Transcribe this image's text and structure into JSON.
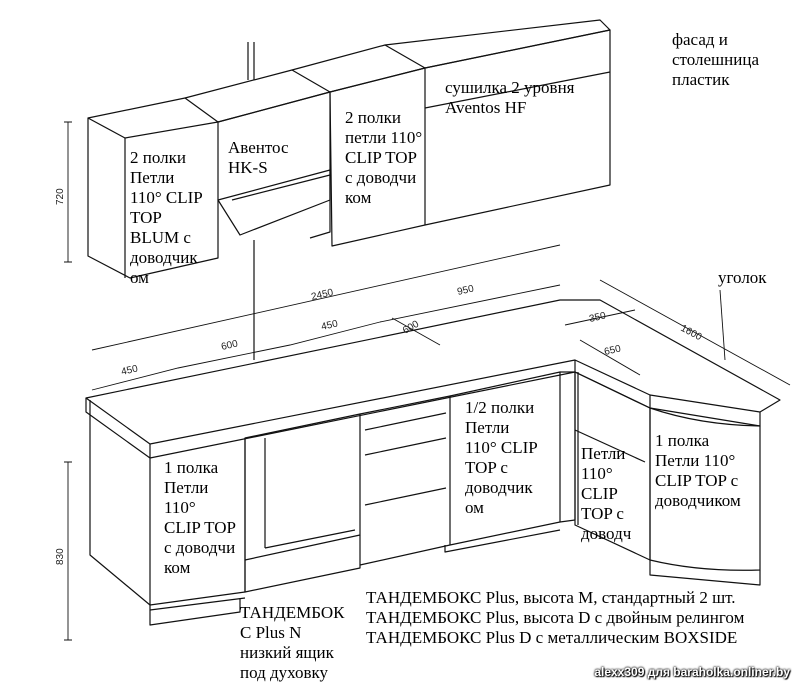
{
  "notes": {
    "facade": "фасад и\nстолешница\nпластик",
    "upper_left": "2 полки\nПетли\n110° CLIP\nTOP\nBLUM с\nдоводчик\nом",
    "aventos_hk": "Авентос\nHK-S",
    "upper_mid": "2 полки\nпетли 110°\nCLIP TOP\nс доводчи\nком",
    "dryer": "сушилка 2 уровня\nAventos HF",
    "corner": "уголок",
    "lower_left": "1 полка\nПетли\n110°\nCLIP TOP\nс доводчи\nком",
    "lower_mid": "1/2 полки\nПетли\n110° CLIP\nTOP с\nдоводчик\nом",
    "lower_corner": "Петли\n110°\nCLIP\nTOP с\nдоводч",
    "lower_round": "1 полка\nПетли 110°\nCLIP TOP с\nдоводчиком",
    "tandembox_left": "ТАНДЕМБОК\nС Plus N\nнизкий ящик\nпод духовку",
    "tandembox_list": "ТАНДЕМБОКС Plus, высота M, стандартный 2 шт.\nТАНДЕМБОКС Plus, высота D с двойным релингом\nТАНДЕМБОКС Plus D с металлическим BOXSIDE"
  },
  "dimensions": {
    "upper_height": "720",
    "lower_height": "830",
    "total_length": "2450",
    "d450a": "450",
    "d600a": "600",
    "d450b": "450",
    "d950": "950",
    "d600b": "600",
    "d350": "350",
    "d650": "650",
    "d1600": "1600"
  },
  "watermark": "alexx309 для baraholka.onliner.by"
}
